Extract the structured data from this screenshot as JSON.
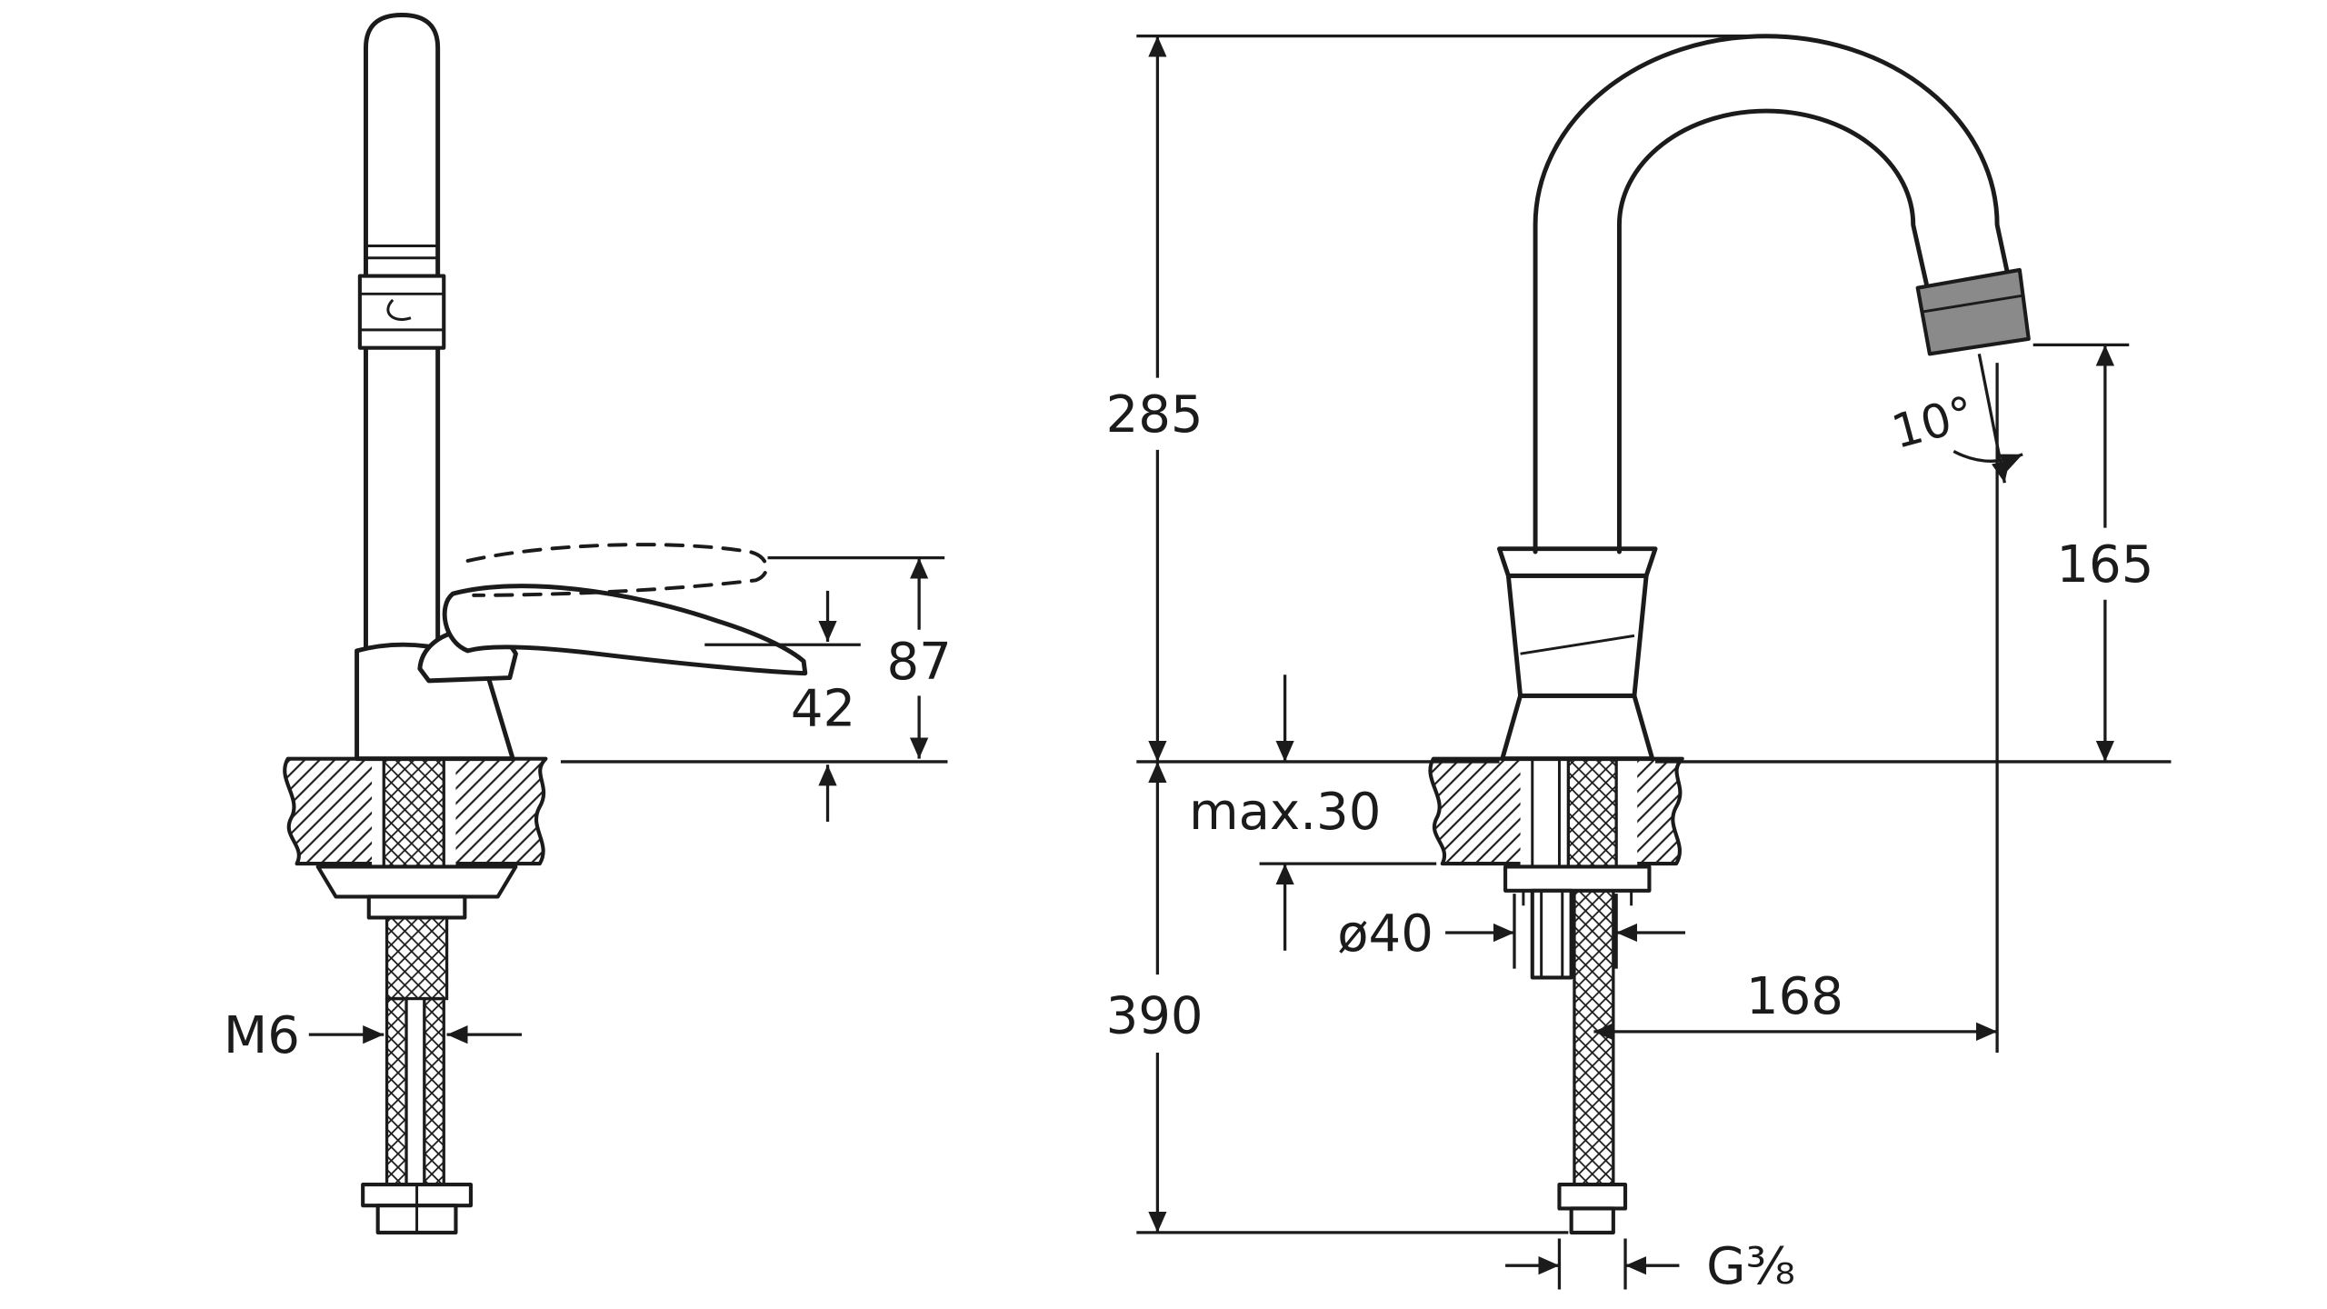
{
  "colors": {
    "line": "#1b1b1b",
    "background": "#ffffff",
    "aerator_fill": "#8a8a8a"
  },
  "left_view": {
    "dim_87": "87",
    "dim_42": "42",
    "dim_m6": "M6"
  },
  "right_view": {
    "dim_285": "285",
    "dim_165": "165",
    "dim_angle": "10°",
    "dim_max30": "max.30",
    "dim_dia40": "ø40",
    "dim_390": "390",
    "dim_168": "168",
    "dim_g38": "G⅜"
  }
}
